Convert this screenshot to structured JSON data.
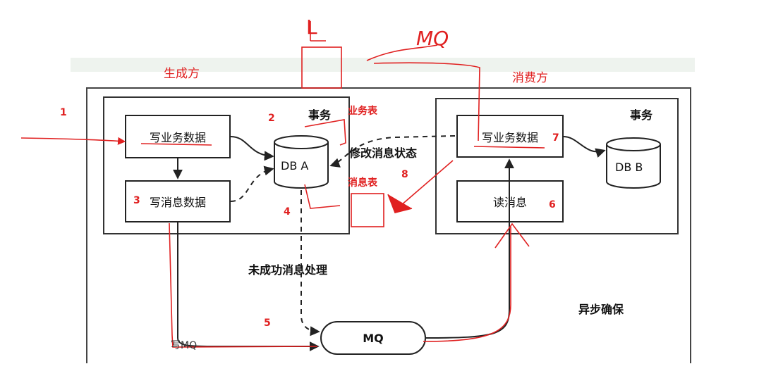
{
  "diagram": {
    "producer_label": "生成方",
    "consumer_label": "消费方",
    "tx_left": "事务",
    "tx_right": "事务",
    "write_biz_left": "写业务数据",
    "write_msg": "写消息数据",
    "db_a": "DB A",
    "write_biz_right": "写业务数据",
    "read_msg": "读消息",
    "db_b": "DB B",
    "modify_status": "修改消息状态",
    "unsuccessful": "未成功消息处理",
    "async_ensure": "异步确保",
    "mq": "MQ",
    "write_mq": "写MQ"
  },
  "annotations": {
    "n1": "1",
    "n2": "2",
    "n3": "3",
    "n4": "4",
    "n5": "5",
    "n6": "6",
    "n7": "7",
    "n8": "8",
    "biz_table": "业务表",
    "msg_table": "消息表",
    "hand_L": "L",
    "hand_MQ": "MQ",
    "colors": {
      "annotation": "#e02020",
      "line": "#222222"
    }
  }
}
